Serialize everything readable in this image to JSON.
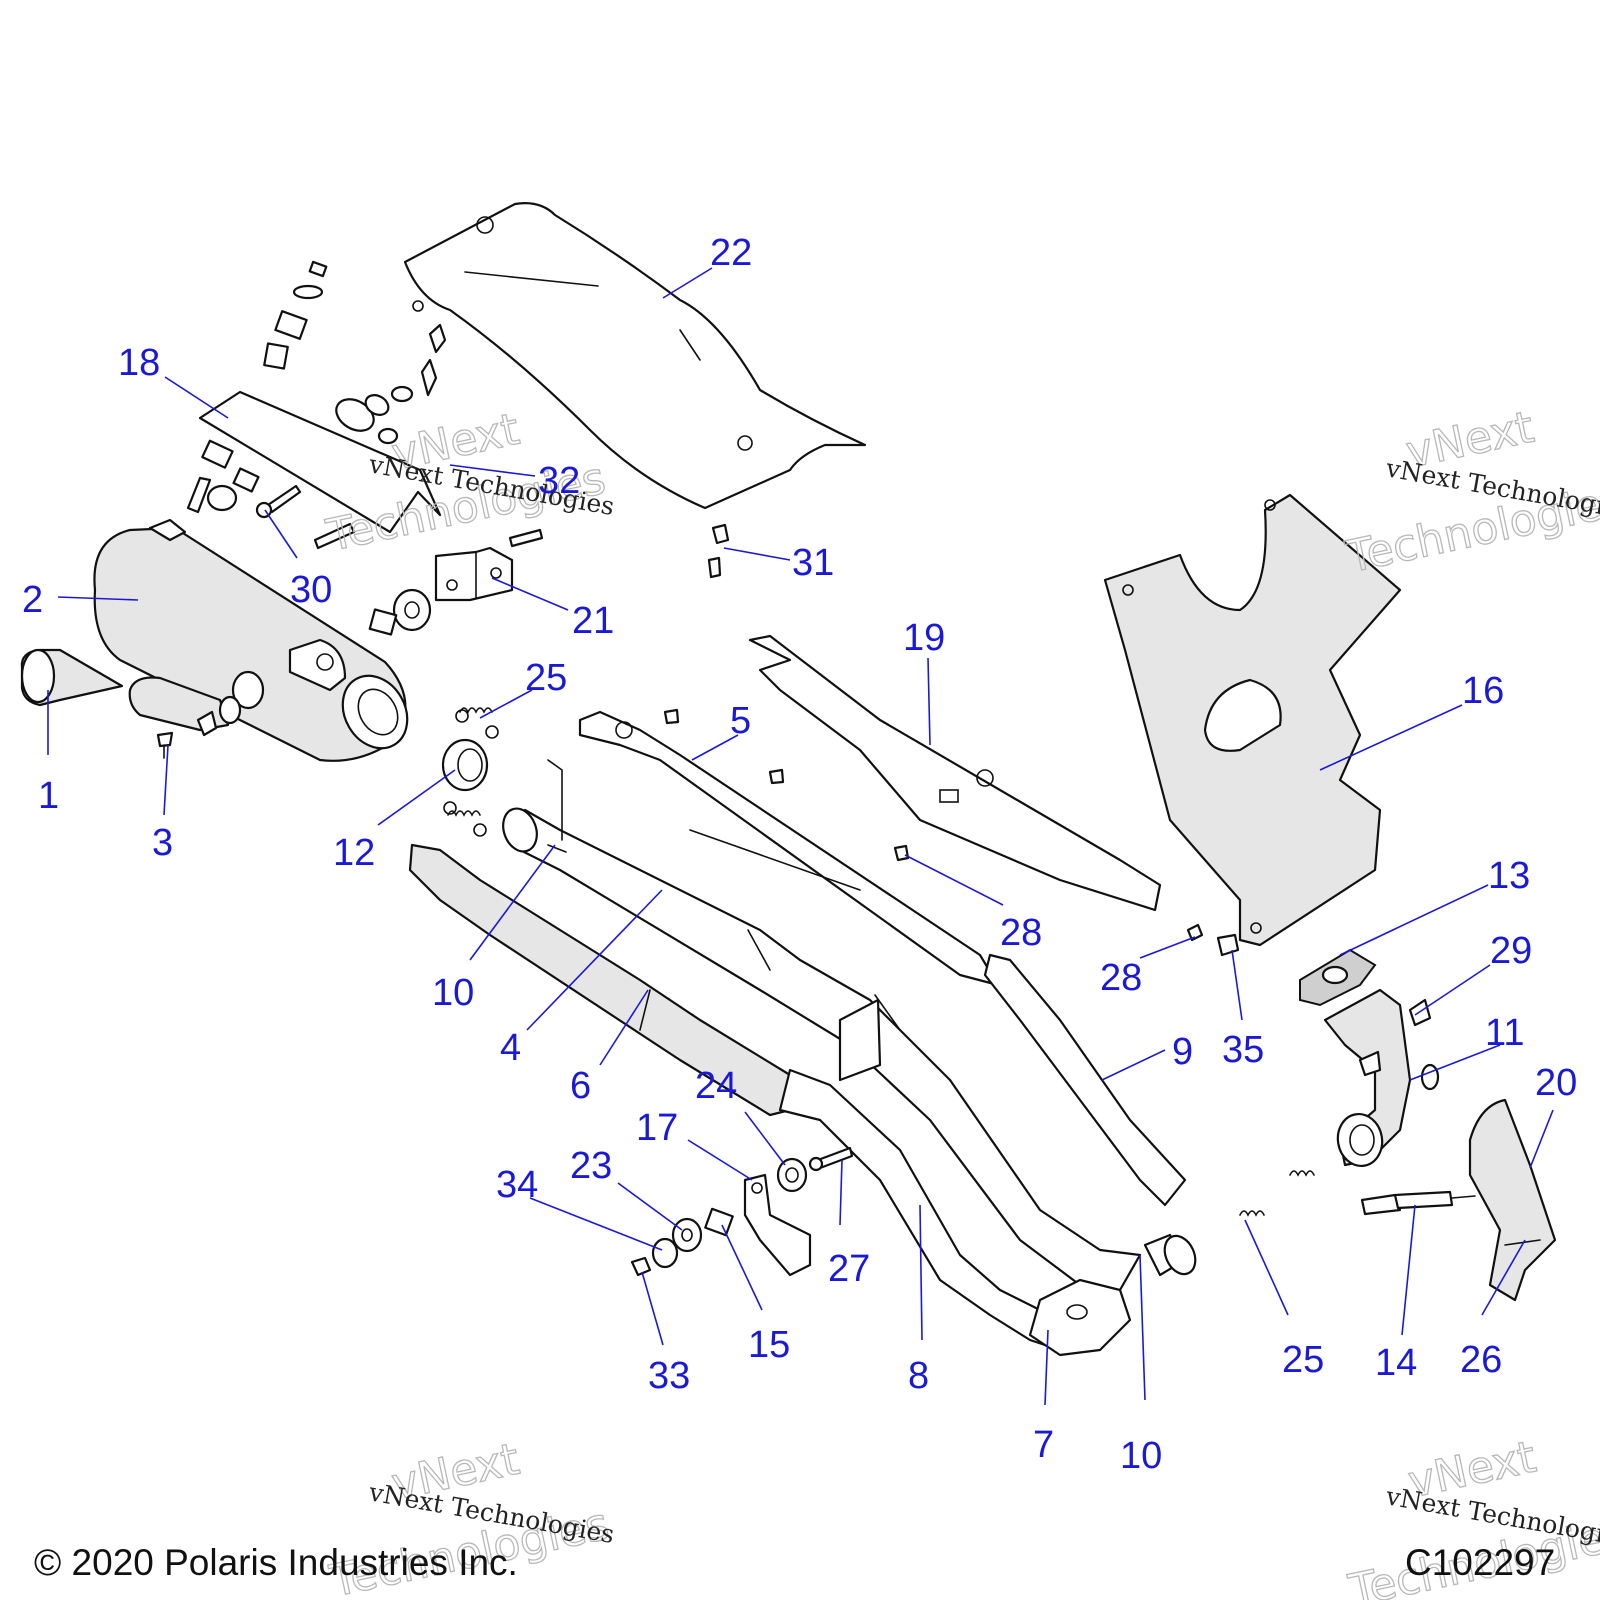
{
  "diagram": {
    "callouts": [
      "1",
      "2",
      "3",
      "4",
      "5",
      "6",
      "7",
      "8",
      "9",
      "10",
      "10",
      "11",
      "12",
      "13",
      "14",
      "15",
      "16",
      "17",
      "18",
      "19",
      "20",
      "21",
      "22",
      "23",
      "24",
      "25",
      "25",
      "26",
      "27",
      "28",
      "28",
      "29",
      "30",
      "31",
      "32",
      "33",
      "34",
      "35"
    ],
    "watermark": {
      "line1": "vNext",
      "line2": "Technologies",
      "small": "vNext Technologies"
    },
    "copyright": "© 2020 Polaris Industries Inc.",
    "diagram_id": "C102297",
    "colors": {
      "callout": "#1a1ad6",
      "line": "#111111",
      "shade": "#e6e6e6"
    }
  }
}
